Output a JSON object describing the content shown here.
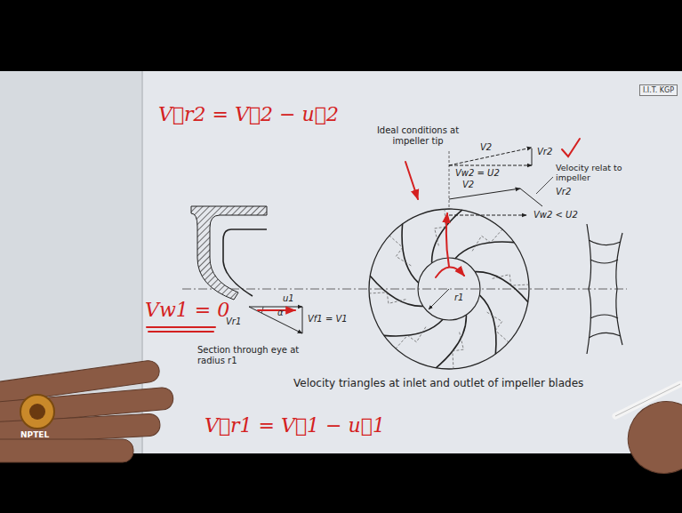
{
  "diagram": {
    "caption": "Velocity triangles at inlet and outlet of impeller blades",
    "nodes": [
      {
        "text": [
          "I.I.T. KGP"
        ]
      }
    ],
    "labels": [
      "Ideal conditions at impeller tip",
      "V2",
      "Vr2",
      "Vw2 = U2",
      "V2",
      "Velocity relat to impeller",
      "Vr2",
      "Vw2 < U2",
      "r1",
      "u1",
      "α",
      "Vr1",
      "Vf1 = V1",
      "Section through eye at radius r1",
      "V⃗r2 = V⃗2 − u⃗2",
      "Vw1 = 0",
      "V⃗r1 = V⃗1 − u⃗1",
      "NPTEL"
    ]
  }
}
